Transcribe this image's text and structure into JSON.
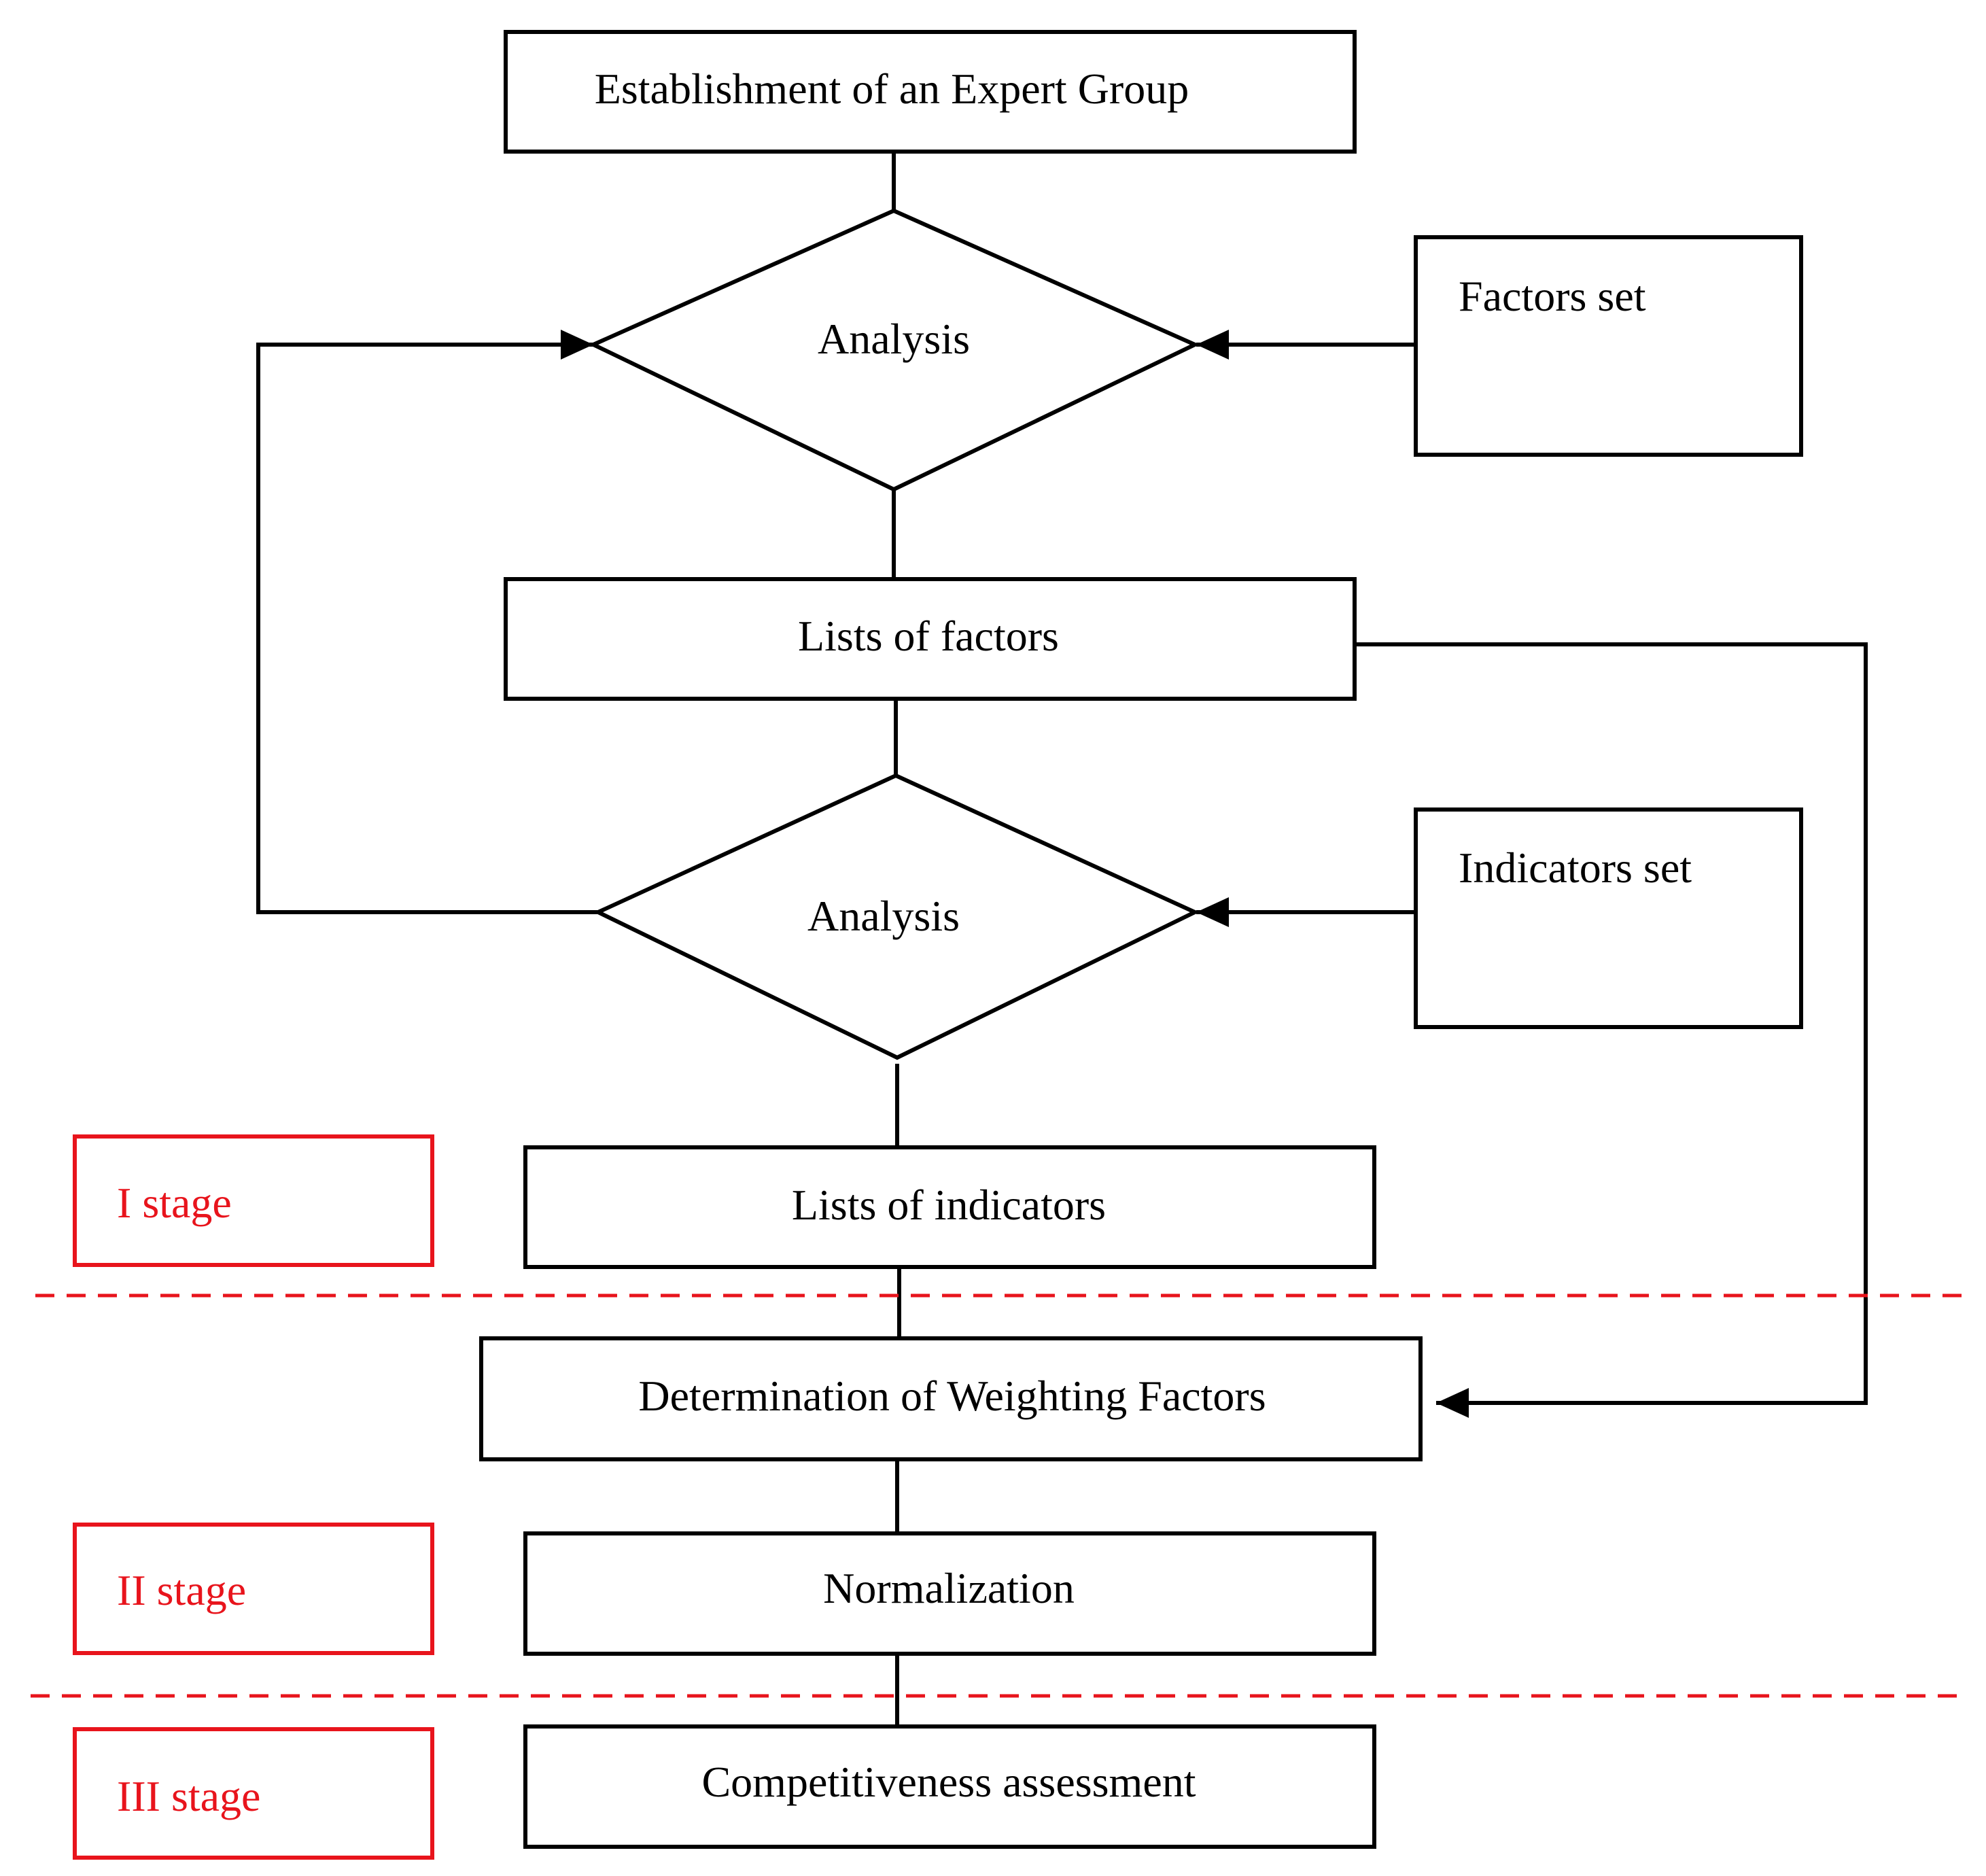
{
  "colors": {
    "stroke": "#000000",
    "stage": "#e8141c",
    "background": "#ffffff"
  },
  "nodes": {
    "expert_group": "Establishment of an Expert Group",
    "analysis_1": "Analysis",
    "factors_set": "Factors set",
    "lists_of_factors": "Lists of factors",
    "analysis_2": "Analysis",
    "indicators_set": "Indicators set",
    "lists_of_indicators": "Lists of indicators",
    "weighting_factors": "Determination of Weighting Factors",
    "normalization": "Normalization",
    "competitiveness": "Competitiveness assessment"
  },
  "stages": [
    {
      "label": "I stage"
    },
    {
      "label": "II stage"
    },
    {
      "label": "III stage"
    }
  ]
}
